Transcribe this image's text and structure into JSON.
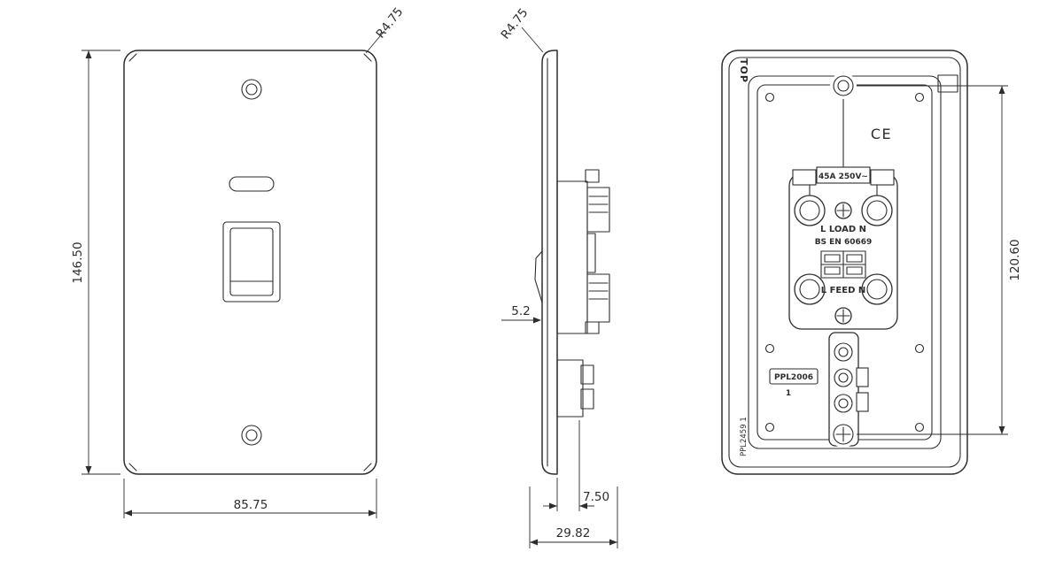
{
  "drawing": {
    "type": "technical-drawing",
    "ink_color": "#2d2d2d",
    "background": "#ffffff"
  },
  "front_view": {
    "dim_height": "146.50",
    "dim_width": "85.75",
    "dim_corner_radius": "R4.75"
  },
  "side_view": {
    "dim_corner_radius": "R4.75",
    "dim_plate_thickness": "5.2",
    "dim_box_depth": "7.50",
    "dim_overall_depth": "29.82"
  },
  "back_view": {
    "orientation_label": "TOP",
    "ce_mark": "CE",
    "rating_label": "45A 250V~",
    "load_label": "L LOAD N",
    "standard_label": "BS EN 60669",
    "feed_label": "L FEED N",
    "part_code": "PPL2006",
    "gang_number": "1",
    "moulding_code": "PPL2459 1",
    "dim_fixing_centres": "120.60"
  }
}
